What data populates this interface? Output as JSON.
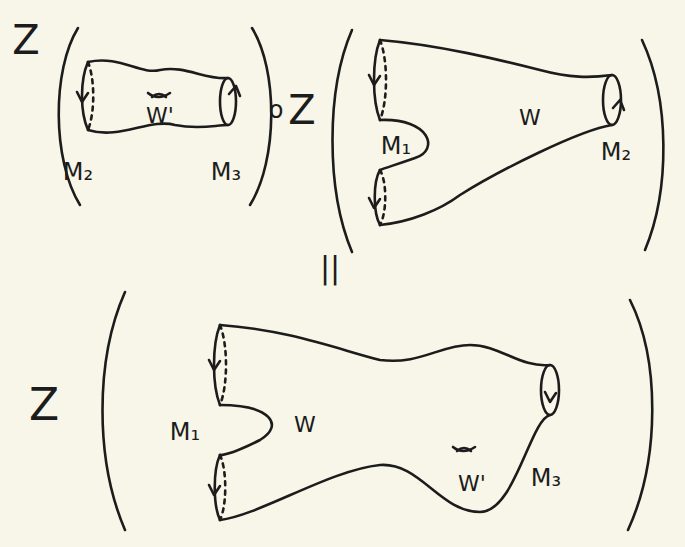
{
  "diagram": {
    "labels": [
      "Z",
      "W'",
      "M₂",
      "M₃",
      "o",
      "Z",
      "W",
      "M₁",
      "M₂",
      "||",
      "Z",
      "W",
      "W'",
      "M₁",
      "M₃"
    ]
  }
}
